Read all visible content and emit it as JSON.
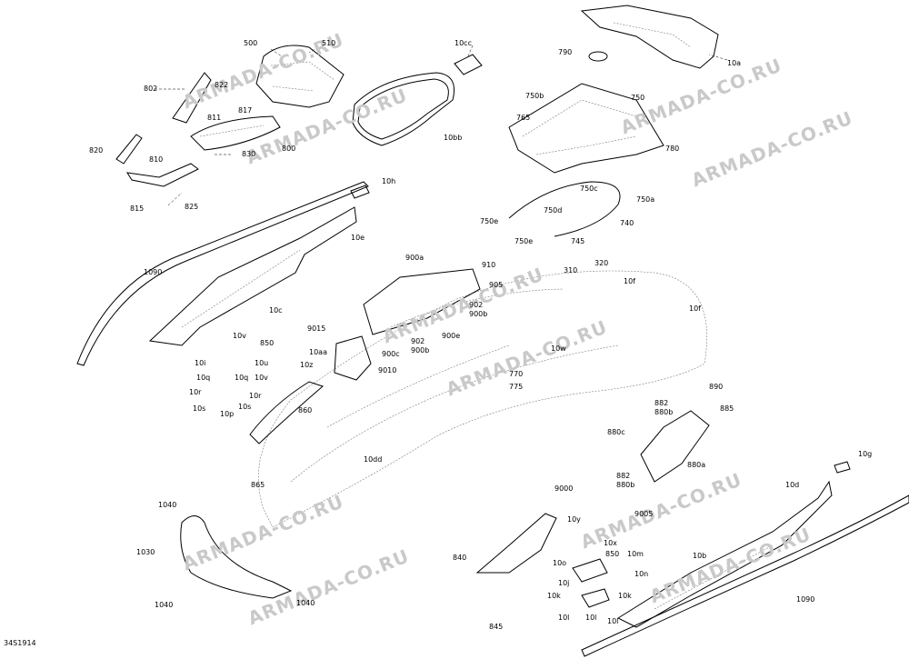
{
  "diagram_code": "34S1914",
  "watermark_text": "ARMADA-CO.RU",
  "labels": {
    "l500": "500",
    "l510": "510",
    "l10cc": "10cc",
    "l790": "790",
    "l10a": "10a",
    "l802": "802",
    "l822": "822",
    "l817": "817",
    "l811": "811",
    "l800": "800",
    "l820": "820",
    "l810": "810",
    "l830": "830",
    "l815": "815",
    "l825": "825",
    "l10bb": "10bb",
    "l750b": "750b",
    "l750": "750",
    "l765": "765",
    "l780": "780",
    "l10h": "10h",
    "l10e": "10e",
    "l750c": "750c",
    "l750a": "750a",
    "l750d": "750d",
    "l750e1": "750e",
    "l740": "740",
    "l745": "745",
    "l750e2": "750e",
    "l1090a": "1090",
    "l10c": "10c",
    "l900a": "900a",
    "l910": "910",
    "l905": "905",
    "l310": "310",
    "l320": "320",
    "l10f1": "10f",
    "l10f2": "10f",
    "l902a": "902",
    "l900b1": "900b",
    "l9015": "9015",
    "l902b": "902",
    "l900b2": "900b",
    "l900e": "900e",
    "l900c": "900c",
    "l10v1": "10v",
    "l850a": "850",
    "l10aa": "10aa",
    "l10w": "10w",
    "l10i": "10i",
    "l10u": "10u",
    "l10z": "10z",
    "l9010": "9010",
    "l770": "770",
    "l775": "775",
    "l10q1": "10q",
    "l10q2": "10q",
    "l10v2": "10v",
    "l10r1": "10r",
    "l10r2": "10r",
    "l10s1": "10s",
    "l10s2": "10s",
    "l10p": "10p",
    "l860": "860",
    "l890": "890",
    "l882a": "882",
    "l880b1": "880b",
    "l885": "885",
    "l880c": "880c",
    "l10dd": "10dd",
    "l880a": "880a",
    "l882b": "882",
    "l880b2": "880b",
    "l865": "865",
    "l10g": "10g",
    "l10d": "10d",
    "l9000": "9000",
    "l9005": "9005",
    "l1040a": "1040",
    "l10y": "10y",
    "l10x": "10x",
    "l1030": "1030",
    "l840": "840",
    "l850b": "850",
    "l10m1": "10m",
    "l10b": "10b",
    "l10o": "10o",
    "l10n": "10n",
    "l10j": "10j",
    "l10k1": "10k",
    "l10k2": "10k",
    "l1090b": "1090",
    "l1040b": "1040",
    "l1040c": "1040",
    "l10l1": "10l",
    "l10l2": "10l",
    "l10l3": "10l",
    "l845": "845"
  }
}
